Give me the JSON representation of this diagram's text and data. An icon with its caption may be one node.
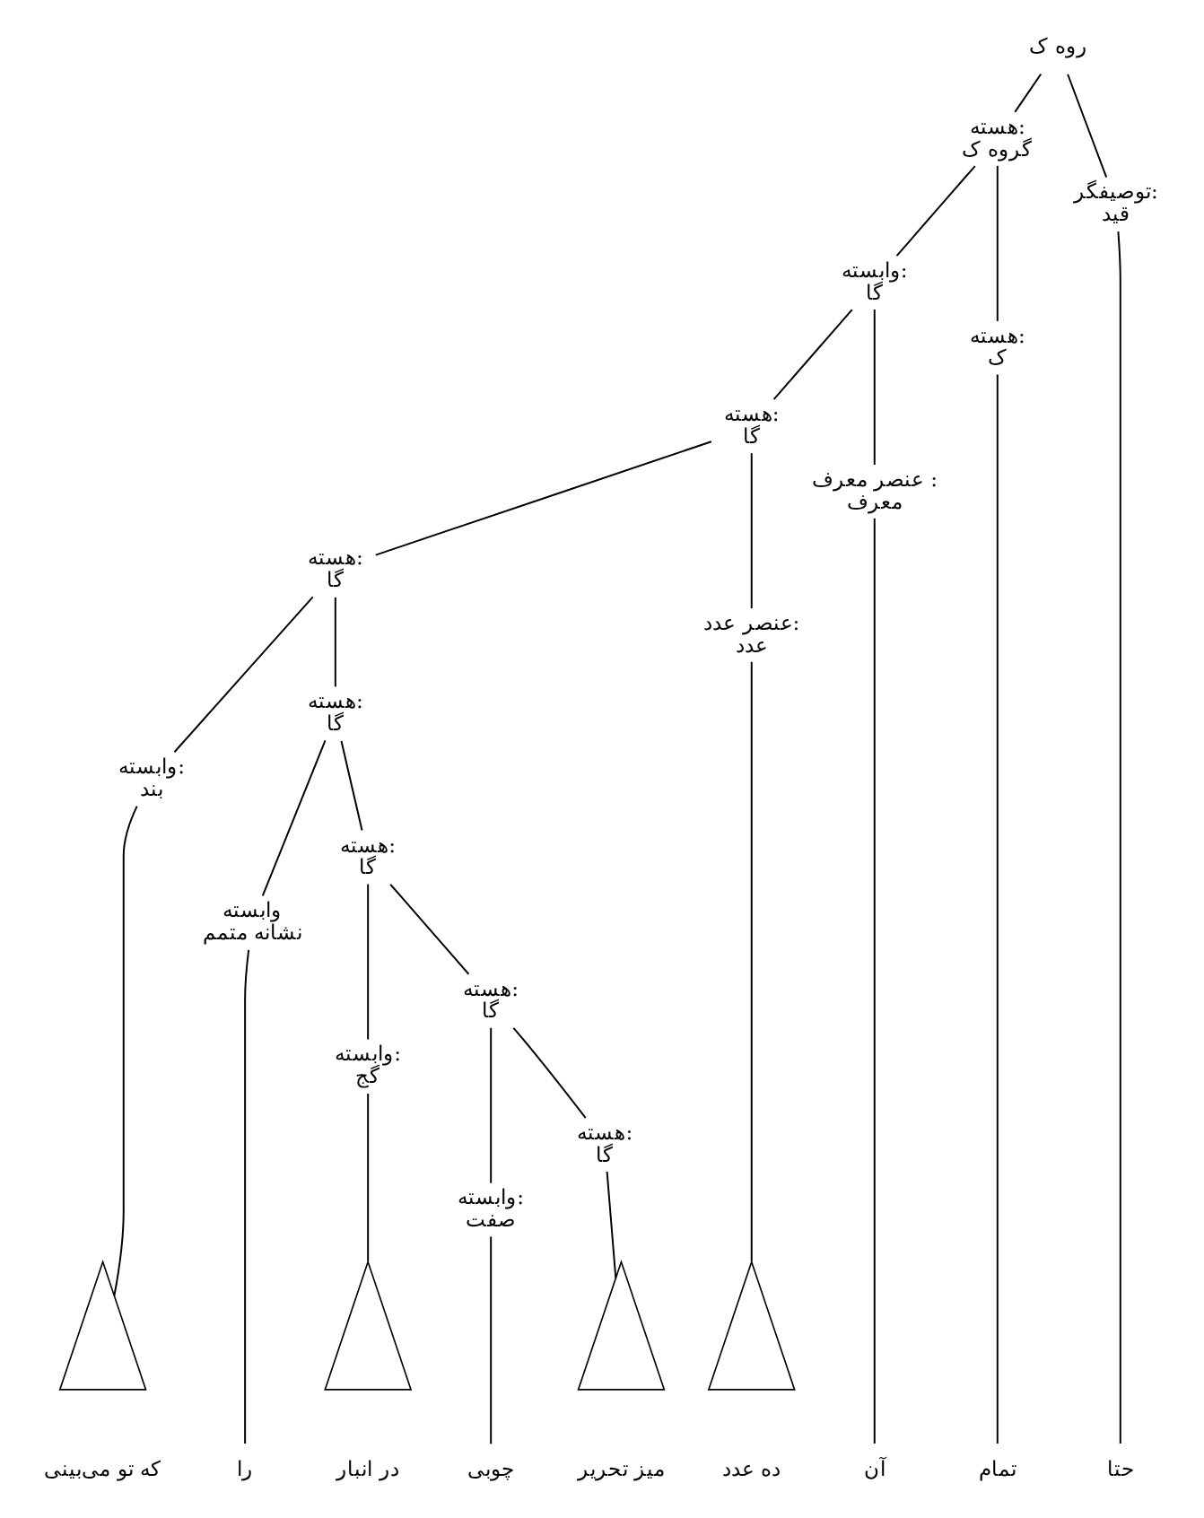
{
  "diagram": {
    "nodes": [
      {
        "text": [
          "روه ک"
        ]
      },
      {
        "text": [
          "توصیفگر:",
          "قید"
        ]
      },
      {
        "text": [
          "هسته:",
          "گروه ک"
        ]
      },
      {
        "text": [
          "هسته:",
          "ک"
        ]
      },
      {
        "text": [
          "وابسته:",
          "گا"
        ]
      },
      {
        "text": [
          "عنصر معرف :",
          "معرف"
        ]
      },
      {
        "text": [
          "هسته:",
          "گا"
        ]
      },
      {
        "text": [
          "عنصر عدد:",
          "عدد"
        ]
      },
      {
        "text": [
          "هسته:",
          "گا"
        ]
      },
      {
        "text": [
          "هسته:",
          "گا"
        ]
      },
      {
        "text": [
          "وابسته:",
          "بند"
        ]
      },
      {
        "text": [
          "هسته:",
          "گا"
        ]
      },
      {
        "text": [
          "وابسته",
          "نشانه متمم"
        ]
      },
      {
        "text": [
          "هسته:",
          "گا"
        ]
      },
      {
        "text": [
          "وابسته:",
          "گج"
        ]
      },
      {
        "text": [
          "هسته:",
          "گا"
        ]
      },
      {
        "text": [
          "وابسته:",
          "صفت"
        ]
      },
      {
        "text": [
          "حتا"
        ]
      },
      {
        "text": [
          "تمام"
        ]
      },
      {
        "text": [
          "آن"
        ]
      },
      {
        "text": [],
        "shape": "triangle",
        "beside": [
          "ده عدد"
        ]
      },
      {
        "text": [],
        "shape": "triangle",
        "beside": [
          "میز تحریر"
        ]
      },
      {
        "text": [
          "چوبی"
        ]
      },
      {
        "text": [],
        "shape": "triangle",
        "beside": [
          "در انبار"
        ]
      },
      {
        "text": [
          "را"
        ]
      },
      {
        "text": [],
        "shape": "triangle",
        "beside": [
          "که تو می‌بینی"
        ]
      }
    ],
    "edges": [
      {
        "from": 0,
        "to": 2,
        "arrow": "none"
      },
      {
        "from": 0,
        "to": 1,
        "arrow": "none"
      },
      {
        "from": 2,
        "to": 4,
        "arrow": "none"
      },
      {
        "from": 2,
        "to": 3,
        "arrow": "none"
      },
      {
        "from": 4,
        "to": 6,
        "arrow": "none"
      },
      {
        "from": 4,
        "to": 5,
        "arrow": "none"
      },
      {
        "from": 6,
        "to": 8,
        "arrow": "none"
      },
      {
        "from": 6,
        "to": 7,
        "arrow": "none"
      },
      {
        "from": 8,
        "to": 10,
        "arrow": "none"
      },
      {
        "from": 8,
        "to": 9,
        "arrow": "none"
      },
      {
        "from": 9,
        "to": 12,
        "arrow": "none"
      },
      {
        "from": 9,
        "to": 11,
        "arrow": "none"
      },
      {
        "from": 11,
        "to": 14,
        "arrow": "none"
      },
      {
        "from": 11,
        "to": 13,
        "arrow": "none"
      },
      {
        "from": 13,
        "to": 16,
        "arrow": "none"
      },
      {
        "from": 13,
        "to": 15,
        "arrow": "none"
      },
      {
        "from": 10,
        "to": 25,
        "arrow": "none"
      },
      {
        "from": 12,
        "to": 24,
        "arrow": "none"
      },
      {
        "from": 14,
        "to": 23,
        "arrow": "none"
      },
      {
        "from": 16,
        "to": 22,
        "arrow": "none"
      },
      {
        "from": 15,
        "to": 21,
        "arrow": "none"
      },
      {
        "from": 7,
        "to": 20,
        "arrow": "none"
      },
      {
        "from": 5,
        "to": 19,
        "arrow": "none"
      },
      {
        "from": 3,
        "to": 18,
        "arrow": "none"
      },
      {
        "from": 1,
        "to": 17,
        "arrow": "none"
      }
    ]
  }
}
